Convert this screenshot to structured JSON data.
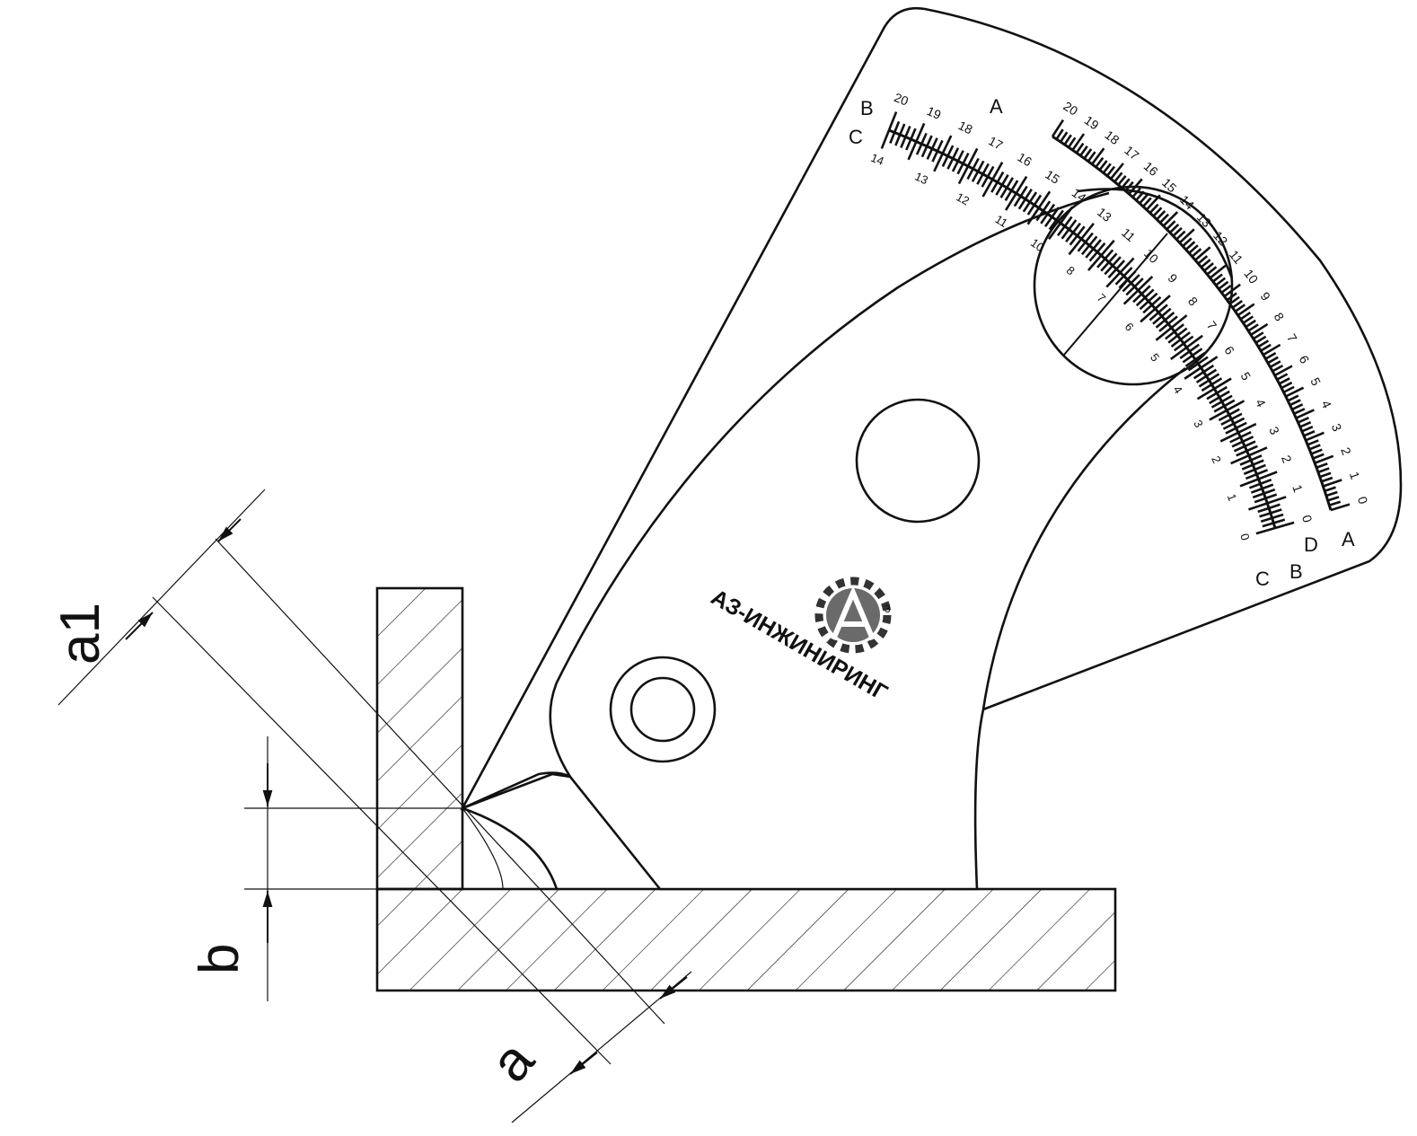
{
  "dimensions": {
    "a1": "a1",
    "b": "b",
    "a": "a"
  },
  "logo": {
    "company": "АЗ-ИНЖИНИРИНГ",
    "mark_letter": "A",
    "mark_superscript": "3",
    "gear_color": "#333333",
    "circle_color": "#6a6a6a"
  },
  "scale_outer": {
    "letter": "A",
    "labels": [
      "20",
      "19",
      "18",
      "17",
      "16",
      "15",
      "14",
      "13",
      "12",
      "11",
      "10",
      "9",
      "8",
      "7",
      "6",
      "5",
      "4",
      "3",
      "2",
      "1",
      "0"
    ]
  },
  "scale_inner": {
    "top_letters": {
      "b": "B",
      "a": "A"
    },
    "left_letter": "C",
    "top_labels": [
      "20",
      "19",
      "18",
      "17",
      "16",
      "15",
      "14",
      "13",
      "11",
      "10",
      "9",
      "8",
      "7",
      "6",
      "5",
      "4",
      "3",
      "2",
      "1",
      "0"
    ],
    "bottom_labels": [
      "14",
      "13",
      "12",
      "11",
      "10",
      "8",
      "7",
      "6",
      "5",
      "4",
      "3",
      "2",
      "1",
      "0"
    ],
    "end_letters": {
      "d": "D",
      "b": "B",
      "c": "C",
      "a": "A"
    }
  },
  "colors": {
    "line": "#111111",
    "background": "#ffffff"
  }
}
